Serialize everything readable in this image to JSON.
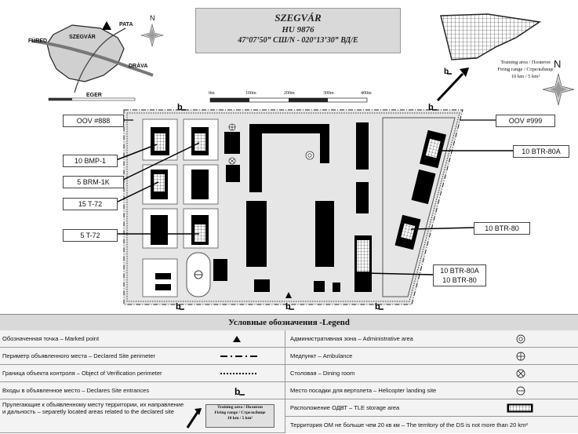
{
  "header": {
    "site_name": "SZEGVÁR",
    "code": "HU 9876",
    "coordinates": "47°07’50” СШ/N  -  020°13’30” ВД/E"
  },
  "inset_map": {
    "places": [
      "PATA",
      "FÜRED",
      "SZEGVÁR",
      "DRÁVA",
      "EGER"
    ],
    "north": "N"
  },
  "scale_bar": {
    "labels": [
      "0m",
      "100m",
      "200m",
      "300m",
      "400m"
    ]
  },
  "training_area": {
    "line1": "Training area / Полигон",
    "line2": "Firing range / Стрельбище",
    "line3": "10  km  /  5 km²",
    "north": "N"
  },
  "callouts": {
    "oov888": "OOV #888",
    "oov999": "OOV #999",
    "bmp": "10 BMP-1",
    "brm": "5 BRM-1K",
    "t72_15": "15 T-72",
    "t72_5": "5 T-72",
    "btr80a": "10 BTR-80A",
    "btr80": "10 BTR-80",
    "btr_mix_1": "10 BTR-80A",
    "btr_mix_2": "10 BTR-80"
  },
  "legend": {
    "title": "Условные обозначения -Legend",
    "left": [
      "Обозначенная точка – Marked point",
      "Периметр объявленного места – Declared Site perimeter",
      "Граница объекта контроля – Object of Verification perimeter",
      "Входы в объявленное место – Declares Site entrances",
      "Прулегающие к объявленному месту территории, их направление",
      "и дальность – separetly located areas related to the declared site"
    ],
    "right": [
      "Административная  зона – Administrative area",
      "Медпункт – Ambulance",
      "Столовая – Dining room",
      "Место посадки для вертолета – Helicopter landing site",
      "Расположение ОДВТ – TLE storage area",
      "Территория ОМ не больше чем  20 кв км – The territory of the DS is not more than  20 km²"
    ],
    "training_box": {
      "line1": "Training area / Полигон",
      "line2": "Firing range / Стрельбище",
      "line3": "10 km / 5 km²"
    }
  }
}
